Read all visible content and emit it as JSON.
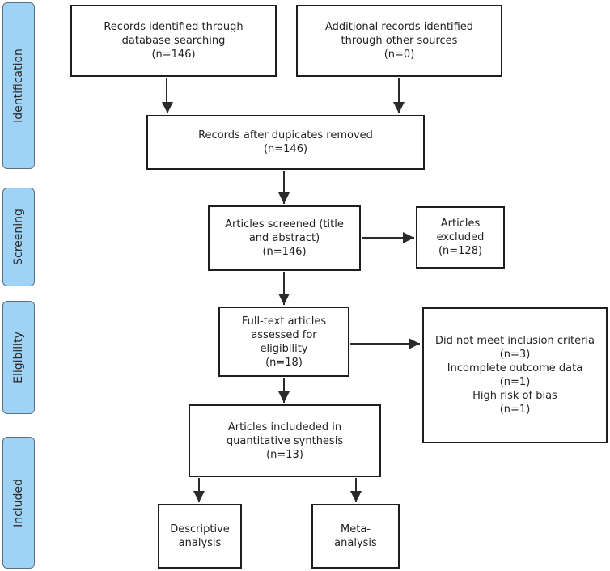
{
  "phases": {
    "identification": "Identification",
    "screening": "Screening",
    "eligibility": "Eligibility",
    "included": "Included"
  },
  "boxes": {
    "database": [
      "Records identified through",
      "database searching",
      "(n=146)"
    ],
    "additional": [
      "Additional records identified",
      "through other sources",
      "(n=0)"
    ],
    "deduplicated": [
      "Records after dupicates removed",
      "(n=146)"
    ],
    "screened": [
      "Articles screened  (title",
      "and abstract)",
      "(n=146)"
    ],
    "excluded": [
      "Articles",
      "excluded",
      "(n=128)"
    ],
    "fulltext": [
      "Full-text articles",
      "assessed for",
      "eligibility",
      "(n=18)"
    ],
    "fulltext_excluded": [
      "Did not meet inclusion criteria",
      "(n=3)",
      "Incomplete outcome data",
      "(n=1)",
      "High risk of bias",
      "(n=1)"
    ],
    "included": [
      "Articles includeded in",
      "quantitative synthesis",
      "(n=13)"
    ],
    "descriptive": [
      "Descriptive",
      "analysis"
    ],
    "meta": [
      "Meta-",
      "analysis"
    ]
  },
  "colors": {
    "phase_fill": "#9fd3f5",
    "line": "#1e1e1e"
  }
}
